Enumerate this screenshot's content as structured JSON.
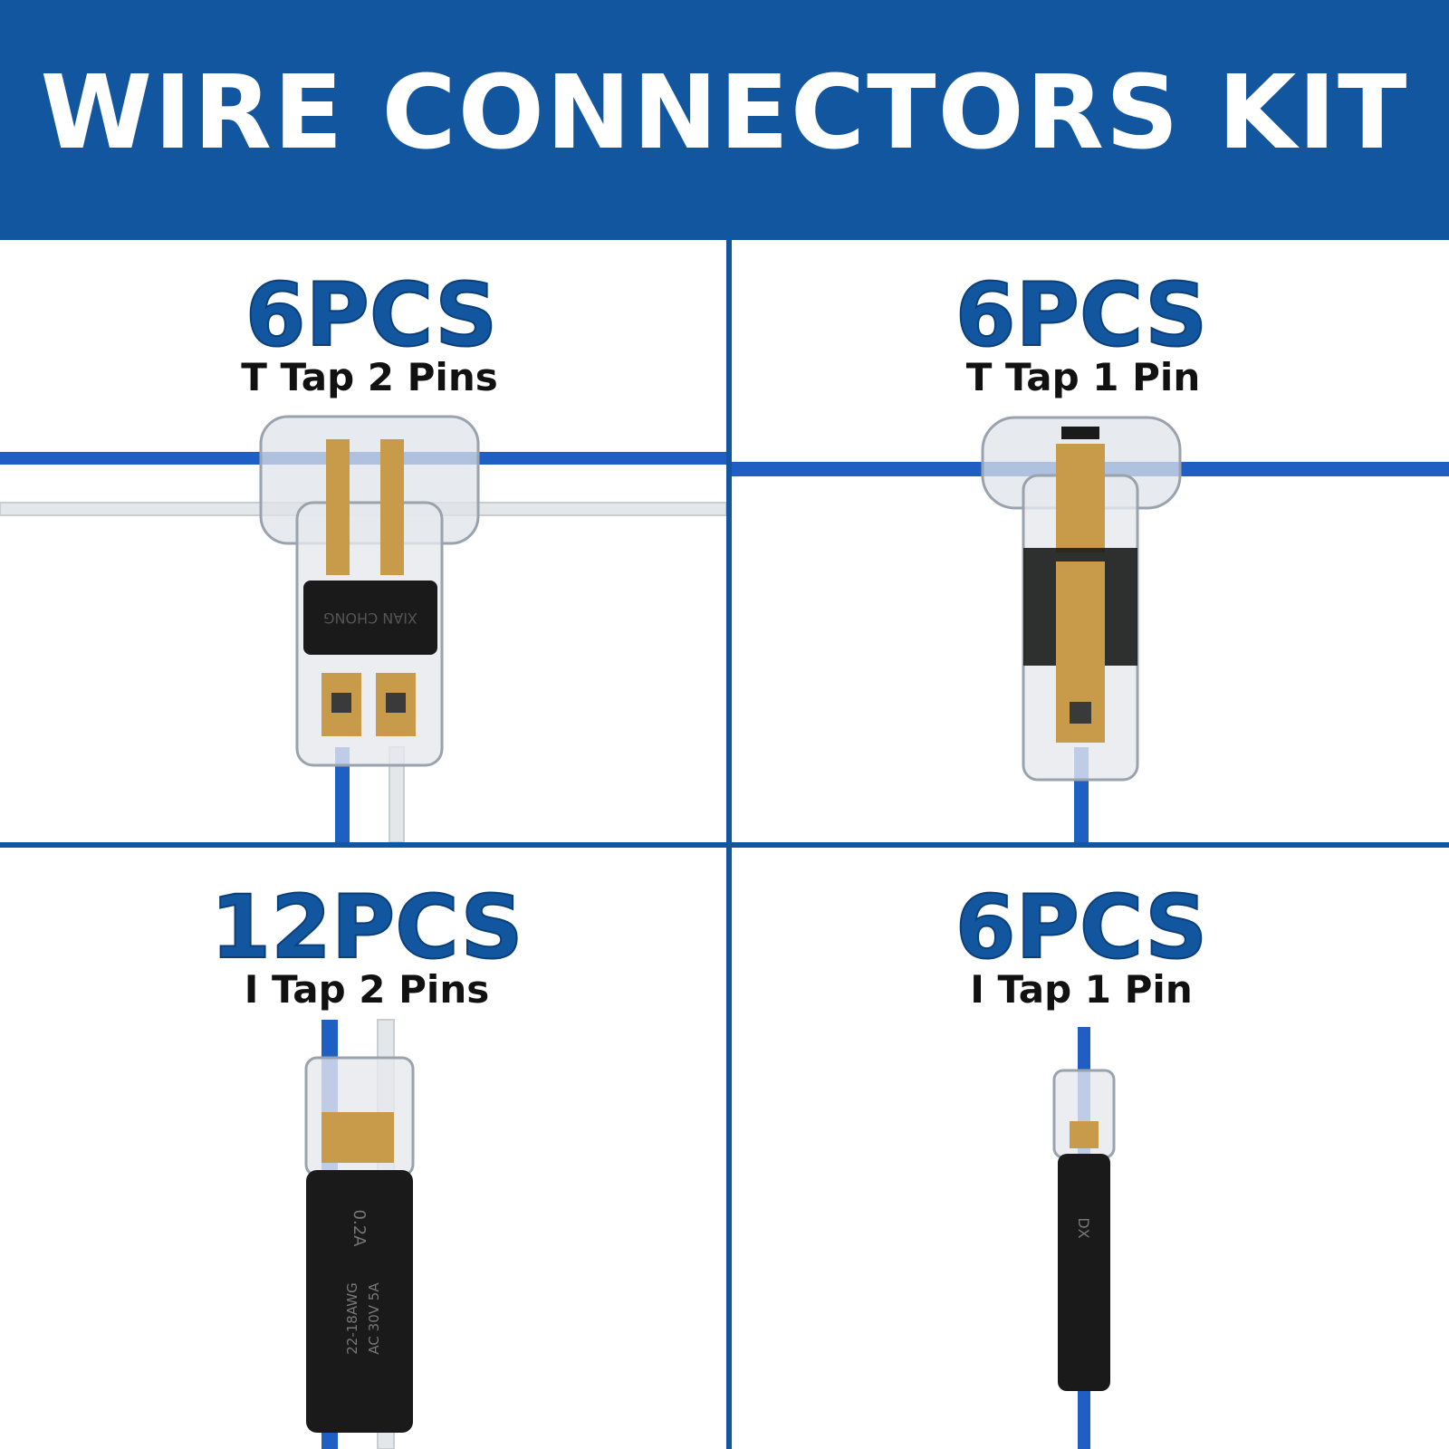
{
  "banner": {
    "title": "WIRE CONNECTORS KIT"
  },
  "colors": {
    "brand_blue": "#1356a0",
    "wire_blue": "#1f5fc4",
    "contact_gold": "#c89b4a"
  },
  "products": [
    {
      "quantity": "6PCS",
      "label": "T Tap 2 Pins",
      "body_marking": "XIAN CHONG"
    },
    {
      "quantity": "6PCS",
      "label": "T Tap 1 Pin"
    },
    {
      "quantity": "12PCS",
      "label": "I Tap 2 Pins",
      "body_marking_1": "0.2A",
      "body_marking_2": "22-18AWG",
      "body_marking_3": "AC 30V 5A"
    },
    {
      "quantity": "6PCS",
      "label": "I Tap 1 Pin",
      "body_marking": "DX"
    }
  ]
}
